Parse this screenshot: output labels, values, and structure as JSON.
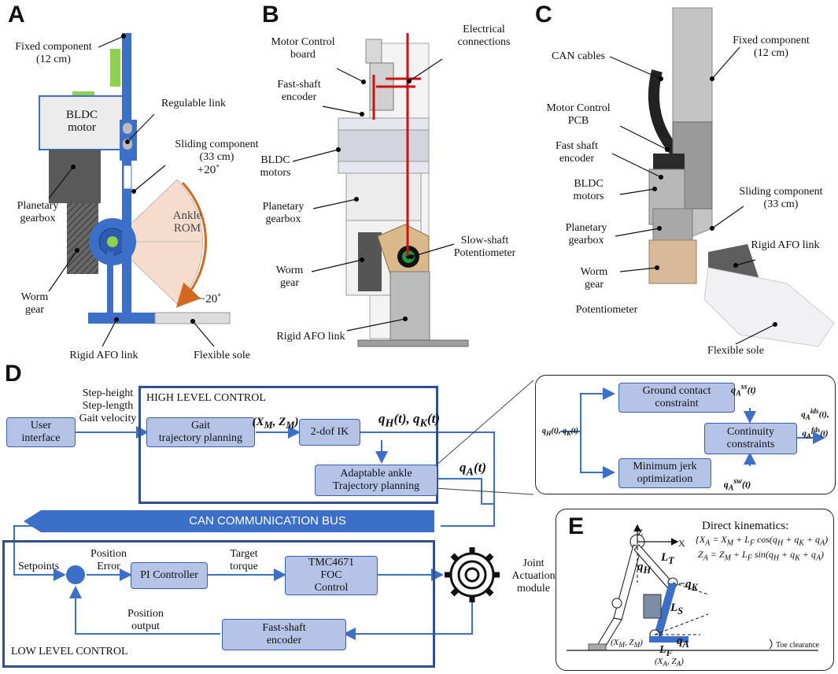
{
  "panels": {
    "a": "A",
    "b": "B",
    "c": "C",
    "d": "D",
    "e": "E"
  },
  "panel_a": {
    "fixed_component": [
      "Fixed component",
      "(12 cm)"
    ],
    "regulable_link": "Regulable link",
    "bldc_motor": [
      "BLDC",
      "motor"
    ],
    "sliding_component": [
      "Sliding component",
      "(33 cm)"
    ],
    "plus20": "+20˚",
    "minus20": "−20˚",
    "ankle_rom": [
      "Ankle",
      "ROM"
    ],
    "planetary_gearbox": [
      "Planetary",
      "gearbox"
    ],
    "worm_gear": [
      "Worm",
      "gear"
    ],
    "rigid_afo": "Rigid AFO link",
    "flexible_sole": "Flexible sole"
  },
  "panel_b": {
    "motor_control_board": [
      "Motor Control",
      "board"
    ],
    "electrical_connections": [
      "Electrical",
      "connections"
    ],
    "fast_shaft_encoder": [
      "Fast-shaft",
      "encoder"
    ],
    "bldc_motors": [
      "BLDC",
      "motors"
    ],
    "planetary_gearbox": [
      "Planetary",
      "gearbox"
    ],
    "slow_shaft": [
      "Slow-shaft",
      "Potentiometer"
    ],
    "worm_gear": [
      "Worm",
      "gear"
    ],
    "rigid_afo": "Rigid AFO link"
  },
  "panel_c": {
    "can_cables": "CAN cables",
    "fixed_component": [
      "Fixed component",
      "(12 cm)"
    ],
    "motor_control_pcb": [
      "Motor Control",
      "PCB"
    ],
    "fast_shaft_encoder": [
      "Fast shaft",
      "encoder"
    ],
    "bldc_motors": [
      "BLDC",
      "motors"
    ],
    "sliding_component": [
      "Sliding component",
      "(33 cm)"
    ],
    "planetary_gearbox": [
      "Planetary",
      "gearbox"
    ],
    "rigid_afo": "Rigid AFO link",
    "worm_gear": [
      "Worm",
      "gear"
    ],
    "potentiometer": "Potentiometer",
    "flexible_sole": "Flexible sole"
  },
  "panel_d": {
    "inputs": [
      "Step-height",
      "Step-length",
      "Gait velocity"
    ],
    "user_interface": [
      "User",
      "interface"
    ],
    "high_level_title": "HIGH LEVEL CONTROL",
    "gait_planning": [
      "Gait",
      "trajectory planning"
    ],
    "xm_zm": "(X",
    "ik": "2-dof IK",
    "qhqk": "q",
    "adaptable": [
      "Adaptable ankle",
      "Trajectory planning"
    ],
    "qa": "q",
    "can_bus": "CAN COMMUNICATION BUS",
    "setpoints": "Setpoints",
    "position_error": [
      "Position",
      "Error"
    ],
    "pi_controller": "PI Controller",
    "target_torque": [
      "Target",
      "torque"
    ],
    "tmc": [
      "TMC4671",
      "FOC",
      "Control"
    ],
    "joint_module": [
      "Joint",
      "Actuation",
      "module"
    ],
    "position_output": [
      "Position",
      "output"
    ],
    "fast_shaft_encoder": [
      "Fast-shaft",
      "encoder"
    ],
    "low_level_title": "LOW LEVEL CONTROL",
    "ground_contact": [
      "Ground contact",
      "constraint"
    ],
    "continuity": [
      "Continuity",
      "constraints"
    ],
    "min_jerk": [
      "Minimum jerk",
      "optimization"
    ]
  },
  "panel_e": {
    "direct_kinematics": "Direct kinematics:",
    "eq1": "X",
    "eq2": "Z",
    "toe_clearance": "Toe clearance",
    "z_axis": "Z",
    "x_axis": "X"
  },
  "colors": {
    "accent": "#3b6fc8",
    "box_fill": "#b4c3e6",
    "frame": "#2f4f8f",
    "arc": "#d2691e",
    "red": "#cc1111"
  }
}
